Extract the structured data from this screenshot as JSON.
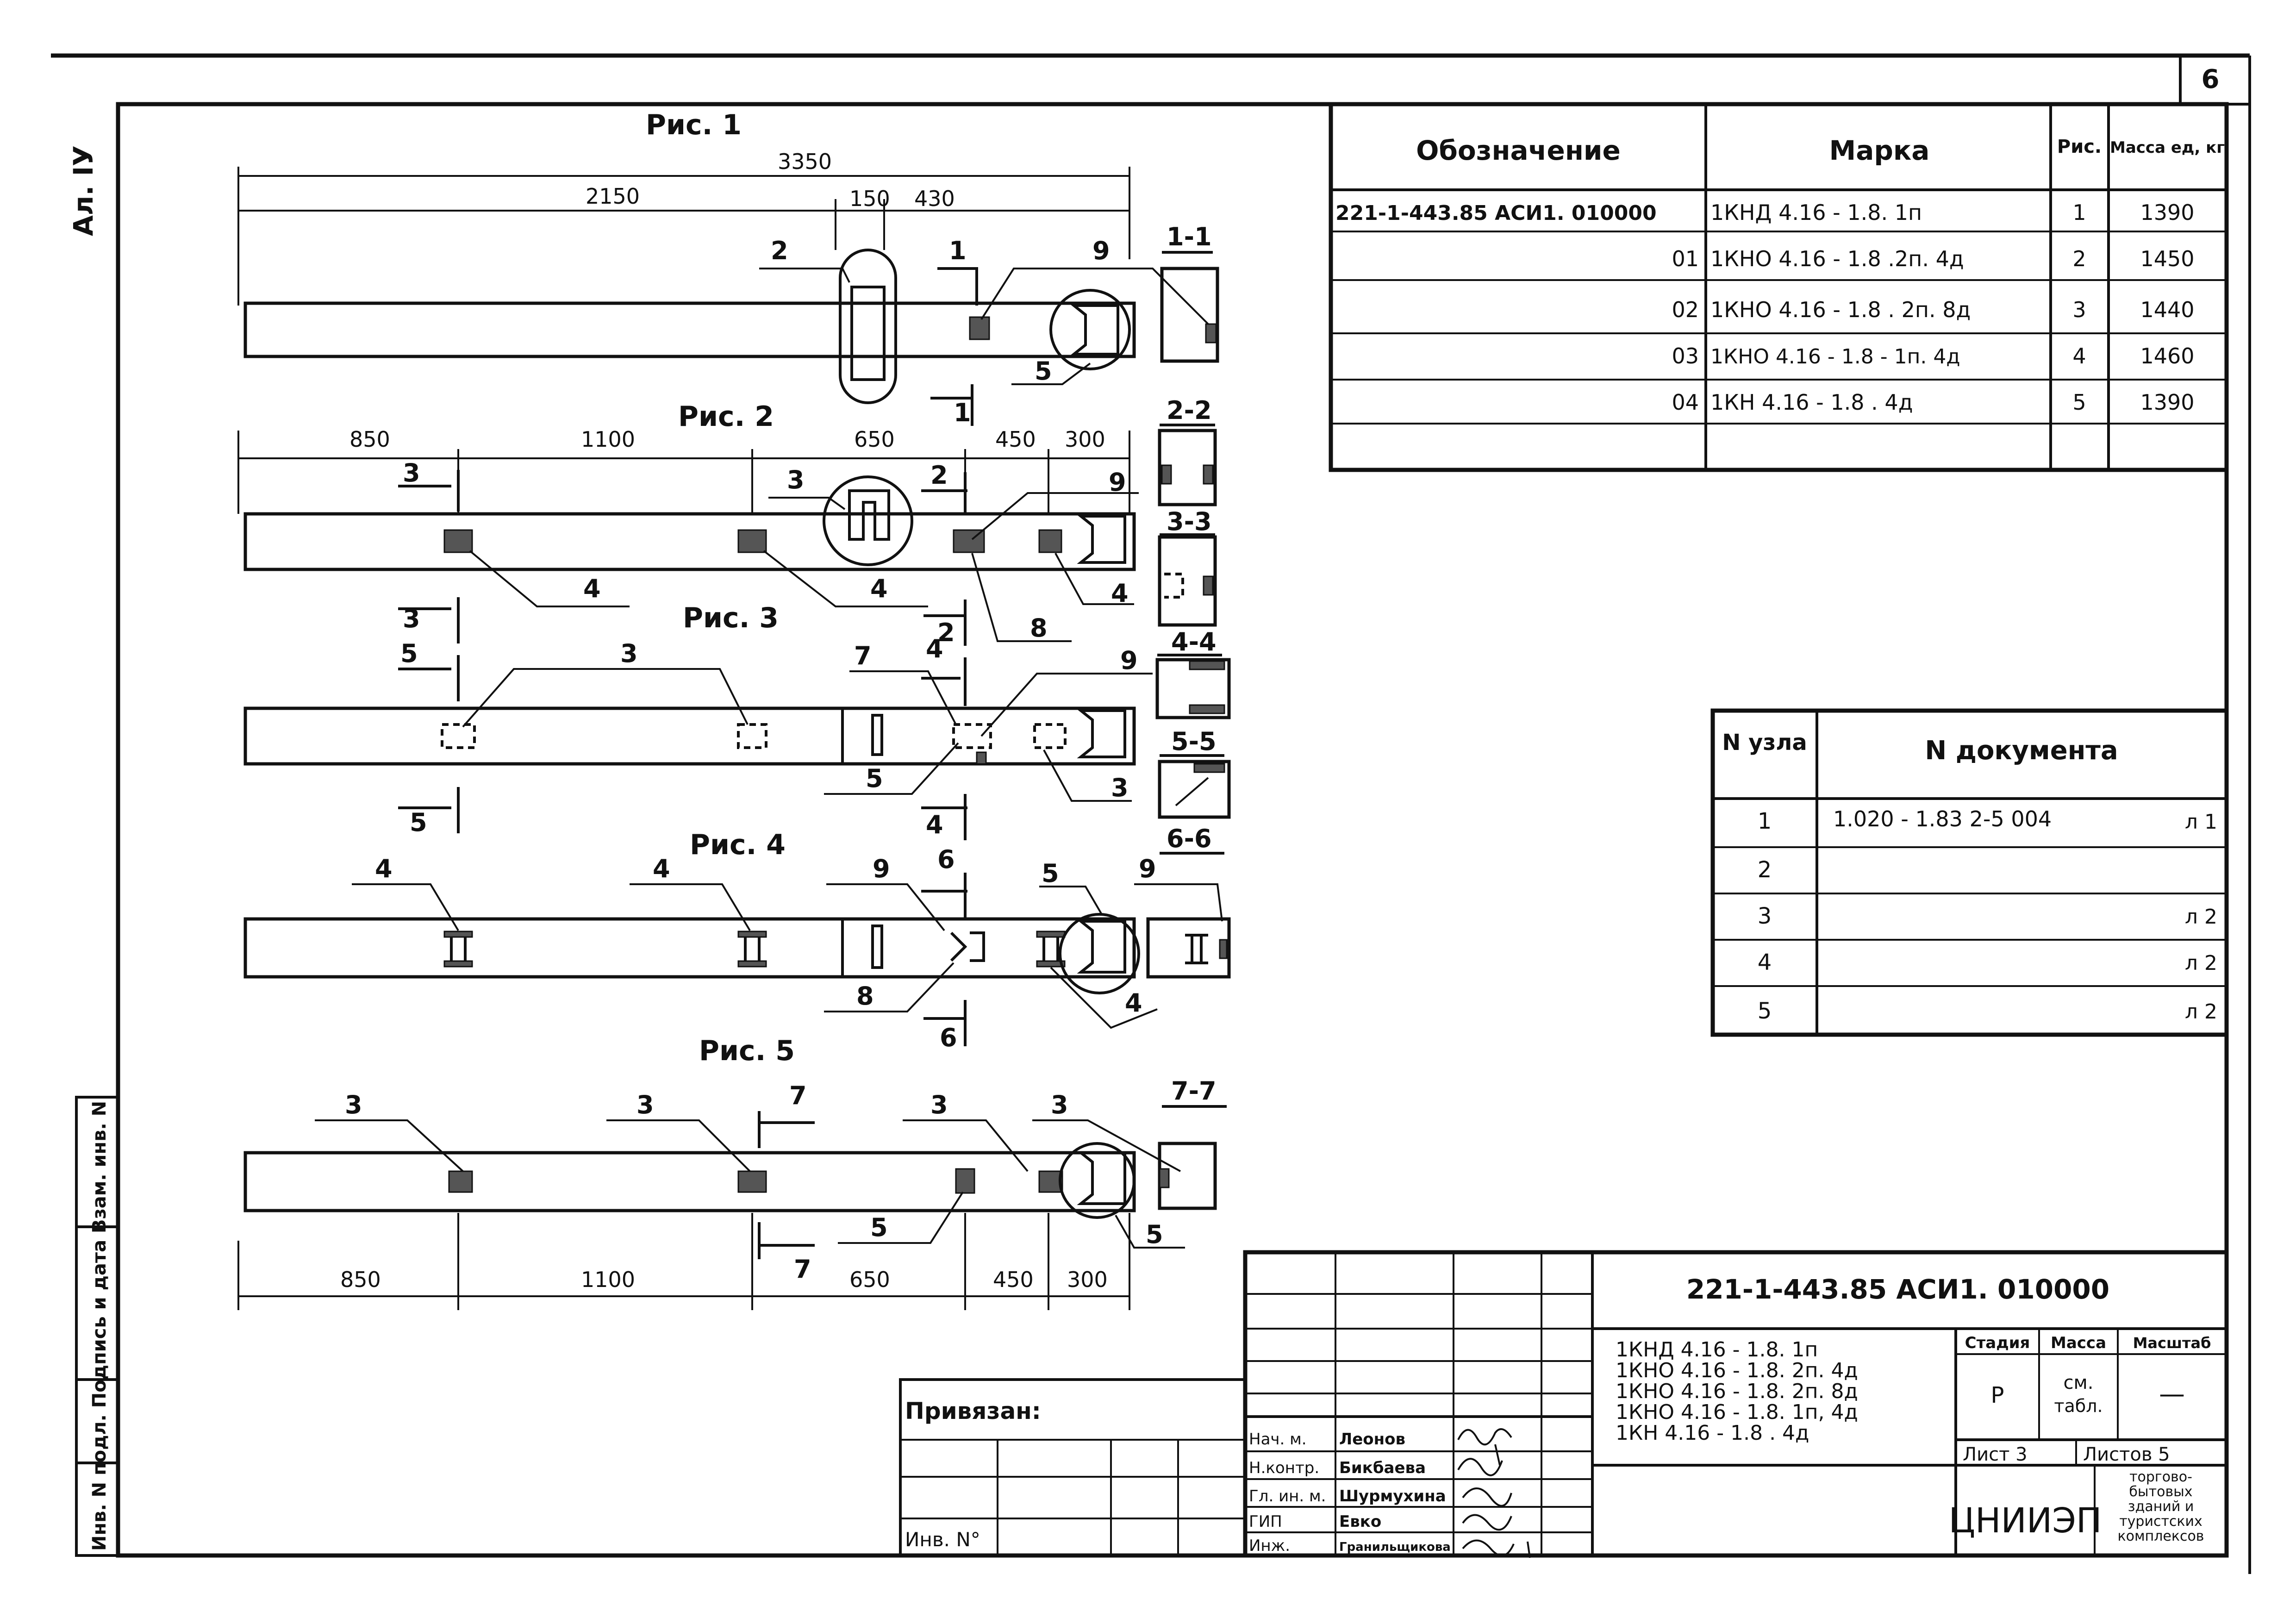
{
  "sheet_number": "6",
  "album": "Ал. IУ",
  "figures": {
    "fig1": "Рис. 1",
    "fig2": "Рис. 2",
    "fig3": "Рис. 3",
    "fig4": "Рис. 4",
    "fig5": "Рис. 5"
  },
  "dims": {
    "fig1": [
      "3350",
      "2150",
      "150",
      "430"
    ],
    "fig2": [
      "850",
      "1100",
      "650",
      "450",
      "300"
    ],
    "fig5": [
      "850",
      "1100",
      "650",
      "450",
      "300"
    ]
  },
  "sections": [
    "1-1",
    "2-2",
    "3-3",
    "4-4",
    "5-5",
    "6-6",
    "7-7"
  ],
  "callouts": {
    "n1": "1",
    "n2": "2",
    "n3": "3",
    "n4": "4",
    "n5": "5",
    "n6": "6",
    "n7": "7",
    "n8": "8",
    "n9": "9"
  },
  "spec_table": {
    "headers": [
      "Обозначение",
      "Марка",
      "Рис.",
      "Масса ед, кг"
    ],
    "rows": [
      {
        "designation": "221-1-443.85 АСИ1. 010000",
        "mark": "1КНД 4.16 - 1.8. 1п",
        "fig": "1",
        "mass": "1390"
      },
      {
        "designation": "01",
        "mark": "1КНО 4.16 - 1.8 .2п. 4д",
        "fig": "2",
        "mass": "1450"
      },
      {
        "designation": "02",
        "mark": "1КНО 4.16 - 1.8 . 2п. 8д",
        "fig": "3",
        "mass": "1440"
      },
      {
        "designation": "03",
        "mark": "1КНО 4.16 - 1.8 - 1п. 4д",
        "fig": "4",
        "mass": "1460"
      },
      {
        "designation": "04",
        "mark": "1КН 4.16 - 1.8 . 4д",
        "fig": "5",
        "mass": "1390"
      }
    ]
  },
  "node_table": {
    "headers": [
      "N узла",
      "N документа"
    ],
    "rows": [
      {
        "node": "1",
        "doc": "1.020 - 1.83 2-5 004",
        "sheet": "л 1"
      },
      {
        "node": "2",
        "doc": "",
        "sheet": ""
      },
      {
        "node": "3",
        "doc": "",
        "sheet": "л 2"
      },
      {
        "node": "4",
        "doc": "",
        "sheet": "л 2"
      },
      {
        "node": "5",
        "doc": "",
        "sheet": "л 2"
      }
    ]
  },
  "title_block": {
    "code": "221-1-443.85 АСИ1. 010000",
    "marks": [
      "1КНД 4.16 - 1.8. 1п",
      "1КНО 4.16 - 1.8. 2п. 4д",
      "1КНО 4.16 - 1.8. 2п. 8д",
      "1КНО 4.16 - 1.8. 1п, 4д",
      "1КН 4.16 - 1.8 . 4д"
    ],
    "stage_label": "Стадия",
    "mass_label": "Масса",
    "scale_label": "Масштаб",
    "stage": "Р",
    "mass_value_1": "см.",
    "mass_value_2": "табл.",
    "scale": "—",
    "sheet": "Лист 3",
    "sheets": "Листов 5",
    "org": "ЦНИИЭП",
    "org_desc": [
      "торгово-",
      "бытовых",
      "зданий и",
      "туристских",
      "комплексов"
    ],
    "bound": "Привязан:",
    "inv": "Инв. N°",
    "roles": [
      "Нач. м.",
      "Н.контр.",
      "Гл. ин. м.",
      "ГИП",
      "Инж."
    ],
    "names": [
      "Леонов",
      "Бикбаева",
      "Шурмухина",
      "Евко",
      "Гранильщикова"
    ]
  },
  "side_stamp": "Инв. N подл. Подпись и дата Взам. инв. N"
}
